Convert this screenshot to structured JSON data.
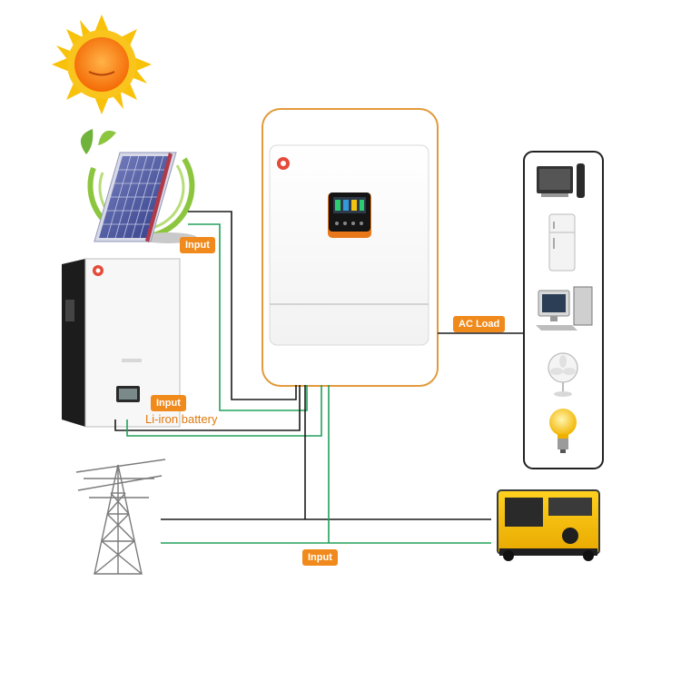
{
  "labels": {
    "solar_input": "Input",
    "battery_input": "Input",
    "battery_name": "Li-iron battery",
    "ac_load": "AC Load",
    "grid_generator_input": "Input"
  },
  "colors": {
    "accent": "#f08a1c",
    "dc_wire": "#1a1a1a",
    "ac_wire": "#22a05a",
    "inverter_border": "#e39a3b",
    "load_panel_border": "#222222"
  },
  "icons": {
    "sun": "sun-icon",
    "solar_panel": "solar-panel-icon",
    "battery": "battery-cabinet-icon",
    "inverter": "inverter-icon",
    "tv": "tv-icon",
    "fridge": "fridge-icon",
    "computer": "computer-icon",
    "fan": "fan-icon",
    "bulb": "light-bulb-icon",
    "pylon": "power-pylon-icon",
    "generator": "generator-icon"
  }
}
